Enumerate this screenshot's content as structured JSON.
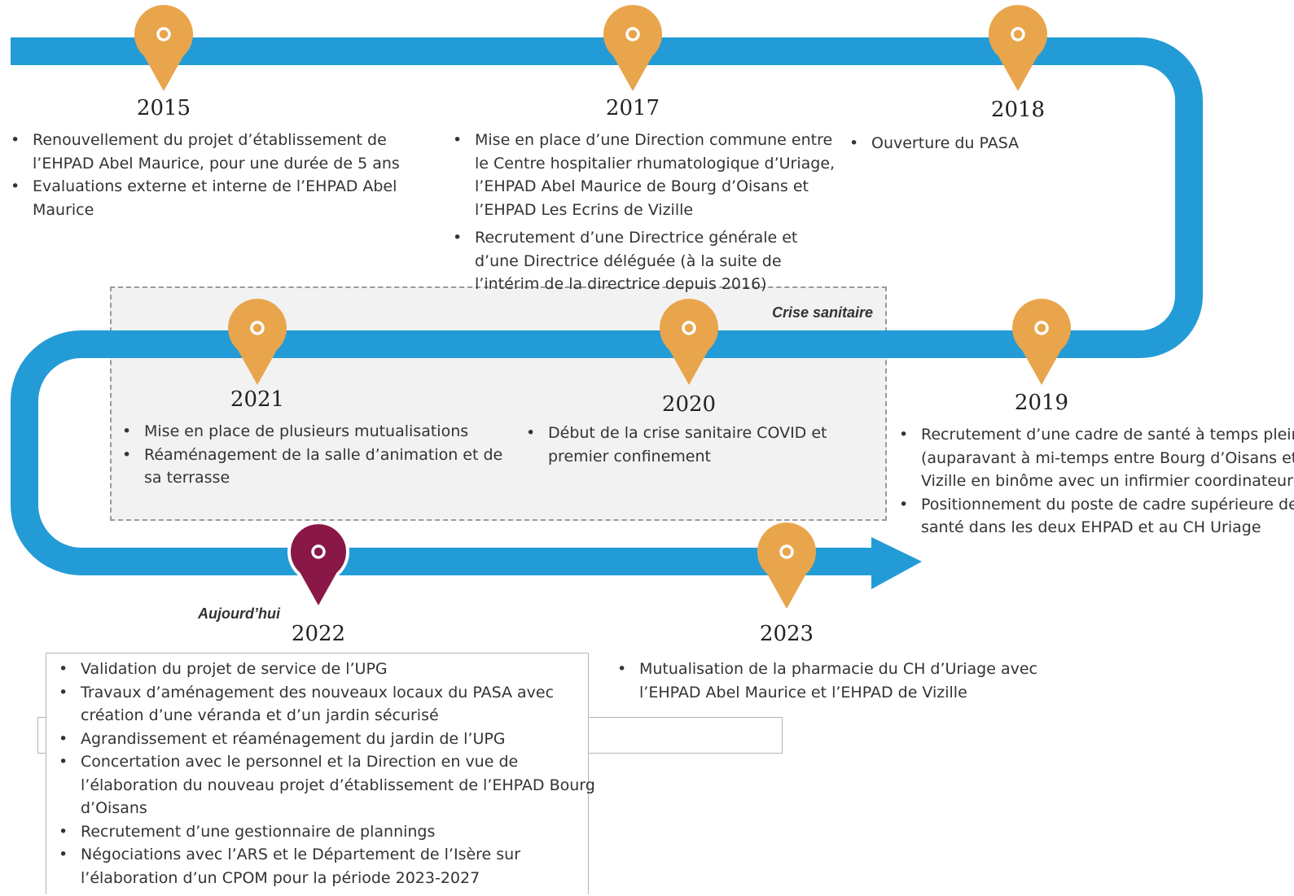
{
  "colors": {
    "road": "#239bd6",
    "pin": "#e9a54c",
    "pin_current": "#8a1846",
    "crisis_border": "#9a9a9a"
  },
  "crisis_label": "Crise sanitaire",
  "today_label": "Aujourd’hui",
  "milestones": {
    "y2015": {
      "year": "2015",
      "items": [
        "Renouvellement du projet d’établissement de l’EHPAD Abel Maurice, pour une durée de 5 ans",
        "Evaluations externe et interne de l’EHPAD Abel Maurice"
      ]
    },
    "y2017": {
      "year": "2017",
      "items": [
        "Mise en place d’une Direction commune entre le Centre hospitalier rhumatologique d’Uriage, l’EHPAD Abel Maurice de Bourg d’Oisans et l’EHPAD Les Ecrins de Vizille",
        "Recrutement d’une Directrice générale et d’une Directrice déléguée (à la suite de l’intérim de la directrice depuis 2016)"
      ]
    },
    "y2018": {
      "year": "2018",
      "items": [
        "Ouverture du PASA"
      ]
    },
    "y2019": {
      "year": "2019",
      "items": [
        "Recrutement d’une cadre de santé à temps plein (auparavant à mi-temps entre Bourg d’Oisans et Vizille en binôme avec un infirmier coordinateur)",
        "Positionnement du poste de cadre supérieure de santé dans les deux EHPAD et au CH Uriage"
      ]
    },
    "y2020": {
      "year": "2020",
      "items": [
        "Début de la crise sanitaire COVID et premier confinement"
      ]
    },
    "y2021": {
      "year": "2021",
      "items": [
        "Mise en place de plusieurs mutualisations",
        "Réaménagement de la salle d’animation et de sa terrasse"
      ]
    },
    "y2022": {
      "year": "2022",
      "items": [
        "Validation du projet de service de l’UPG",
        "Travaux d’aménagement des nouveaux locaux du PASA avec création d’une véranda et d’un jardin sécurisé",
        "Agrandissement et réaménagement du jardin de l’UPG",
        "Concertation avec le personnel et la Direction en vue de l’élaboration du nouveau projet d’établissement de l’EHPAD Bourg d’Oisans",
        "Recrutement d’une gestionnaire de plannings",
        "Négociations avec l’ARS et le Département de l’Isère sur l’élaboration d’un CPOM pour la période 2023-2027"
      ]
    },
    "y2023": {
      "year": "2023",
      "items": [
        "Mutualisation de la pharmacie du CH d’Uriage avec l’EHPAD Abel Maurice et l’EHPAD de Vizille"
      ]
    }
  }
}
